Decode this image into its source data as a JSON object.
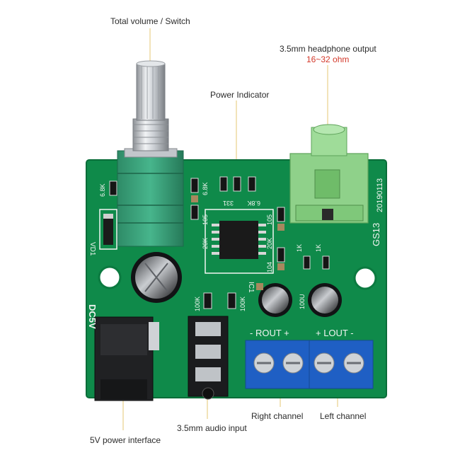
{
  "callouts": {
    "volume_switch": "Total volume / Switch",
    "power_indicator": "Power Indicator",
    "headphone_output": "3.5mm headphone output",
    "impedance": "16~32 ohm",
    "right_channel": "Right channel",
    "left_channel": "Left channel",
    "power_interface": "5V power interface",
    "audio_input": "3.5mm audio input"
  },
  "board": {
    "silk_dc5v": "DC5V",
    "silk_vd1": "VD1",
    "silk_gs13": "GS13",
    "silk_date": "20190113",
    "silk_rout": "- ROUT +",
    "silk_lout": "+ LOUT -",
    "silk_ic1": "IC1",
    "silk_68k": "6.8K",
    "silk_105": "105",
    "silk_20k": "20K",
    "silk_104": "104",
    "silk_100k": "100K",
    "silk_1k": "1K",
    "silk_331": "331",
    "silk_100u": "100U"
  },
  "colors": {
    "pcb_green": "#0f8a4a",
    "terminal_blue": "#1f5fc4",
    "jack_green": "#8fd18a",
    "callout_line": "#e8d08a",
    "impedance_red": "#d3382a"
  }
}
